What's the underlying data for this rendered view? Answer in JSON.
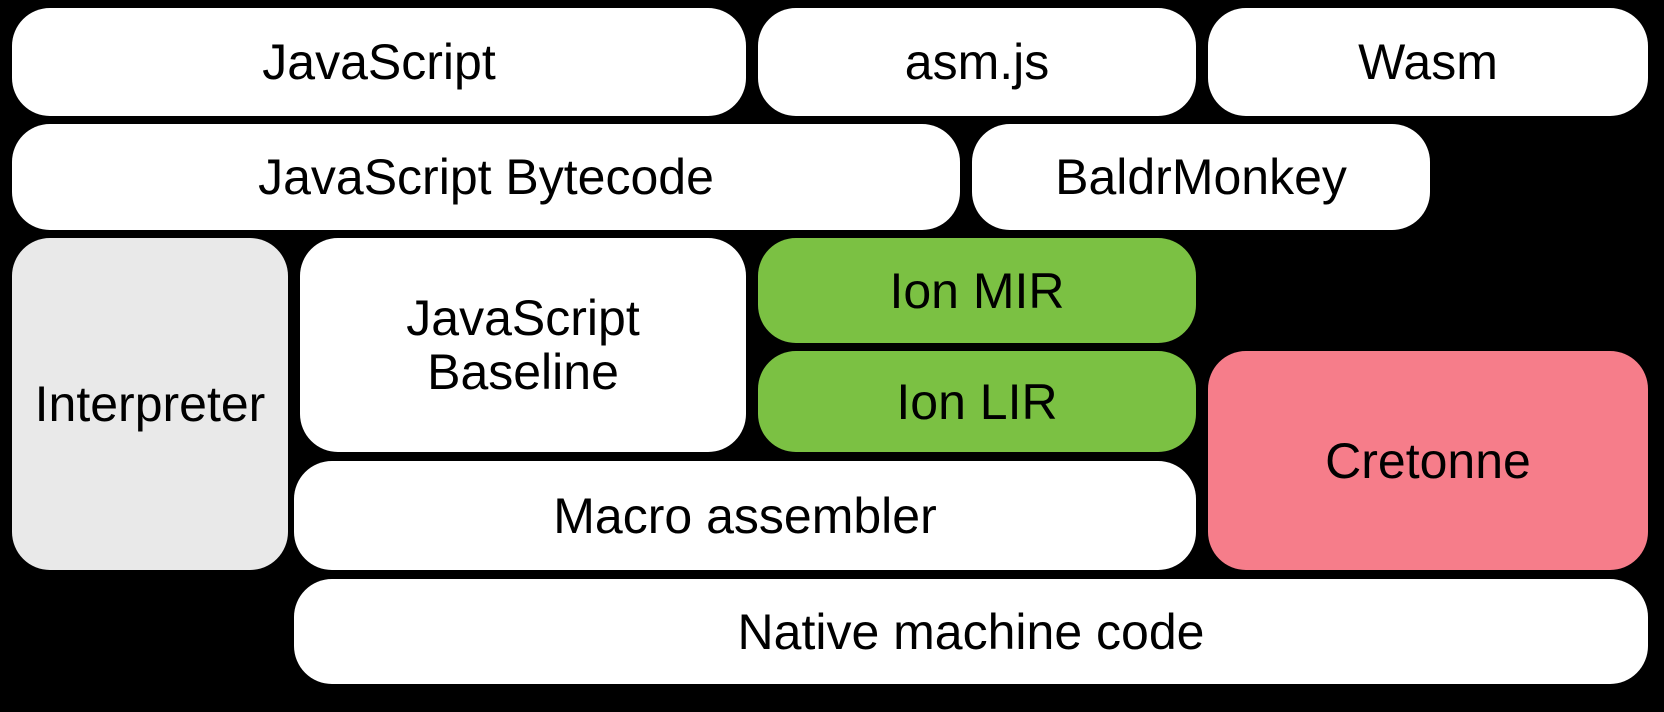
{
  "diagram": {
    "description": "Compiler pipeline block diagram on black background",
    "colors": {
      "background": "#000000",
      "box_white": "#ffffff",
      "box_gray": "#e9e9e9",
      "box_green": "#7bc143",
      "box_pink": "#f67d8a",
      "text": "#000000"
    },
    "nodes": [
      {
        "id": "javascript",
        "label": "JavaScript",
        "fill": "white"
      },
      {
        "id": "asmjs",
        "label": "asm.js",
        "fill": "white"
      },
      {
        "id": "wasm",
        "label": "Wasm",
        "fill": "white"
      },
      {
        "id": "javascript-bytecode",
        "label": "JavaScript Bytecode",
        "fill": "white"
      },
      {
        "id": "baldrmonkey",
        "label": "BaldrMonkey",
        "fill": "white"
      },
      {
        "id": "interpreter",
        "label": "Interpreter",
        "fill": "gray"
      },
      {
        "id": "javascript-baseline",
        "label": "JavaScript Baseline",
        "fill": "white",
        "lines": [
          "JavaScript",
          "Baseline"
        ]
      },
      {
        "id": "ion-mir",
        "label": "Ion MIR",
        "fill": "green"
      },
      {
        "id": "ion-lir",
        "label": "Ion LIR",
        "fill": "green"
      },
      {
        "id": "cretonne",
        "label": "Cretonne",
        "fill": "pink"
      },
      {
        "id": "macro-assembler",
        "label": "Macro assembler",
        "fill": "white"
      },
      {
        "id": "native-machine-code",
        "label": "Native machine code",
        "fill": "white"
      }
    ]
  }
}
